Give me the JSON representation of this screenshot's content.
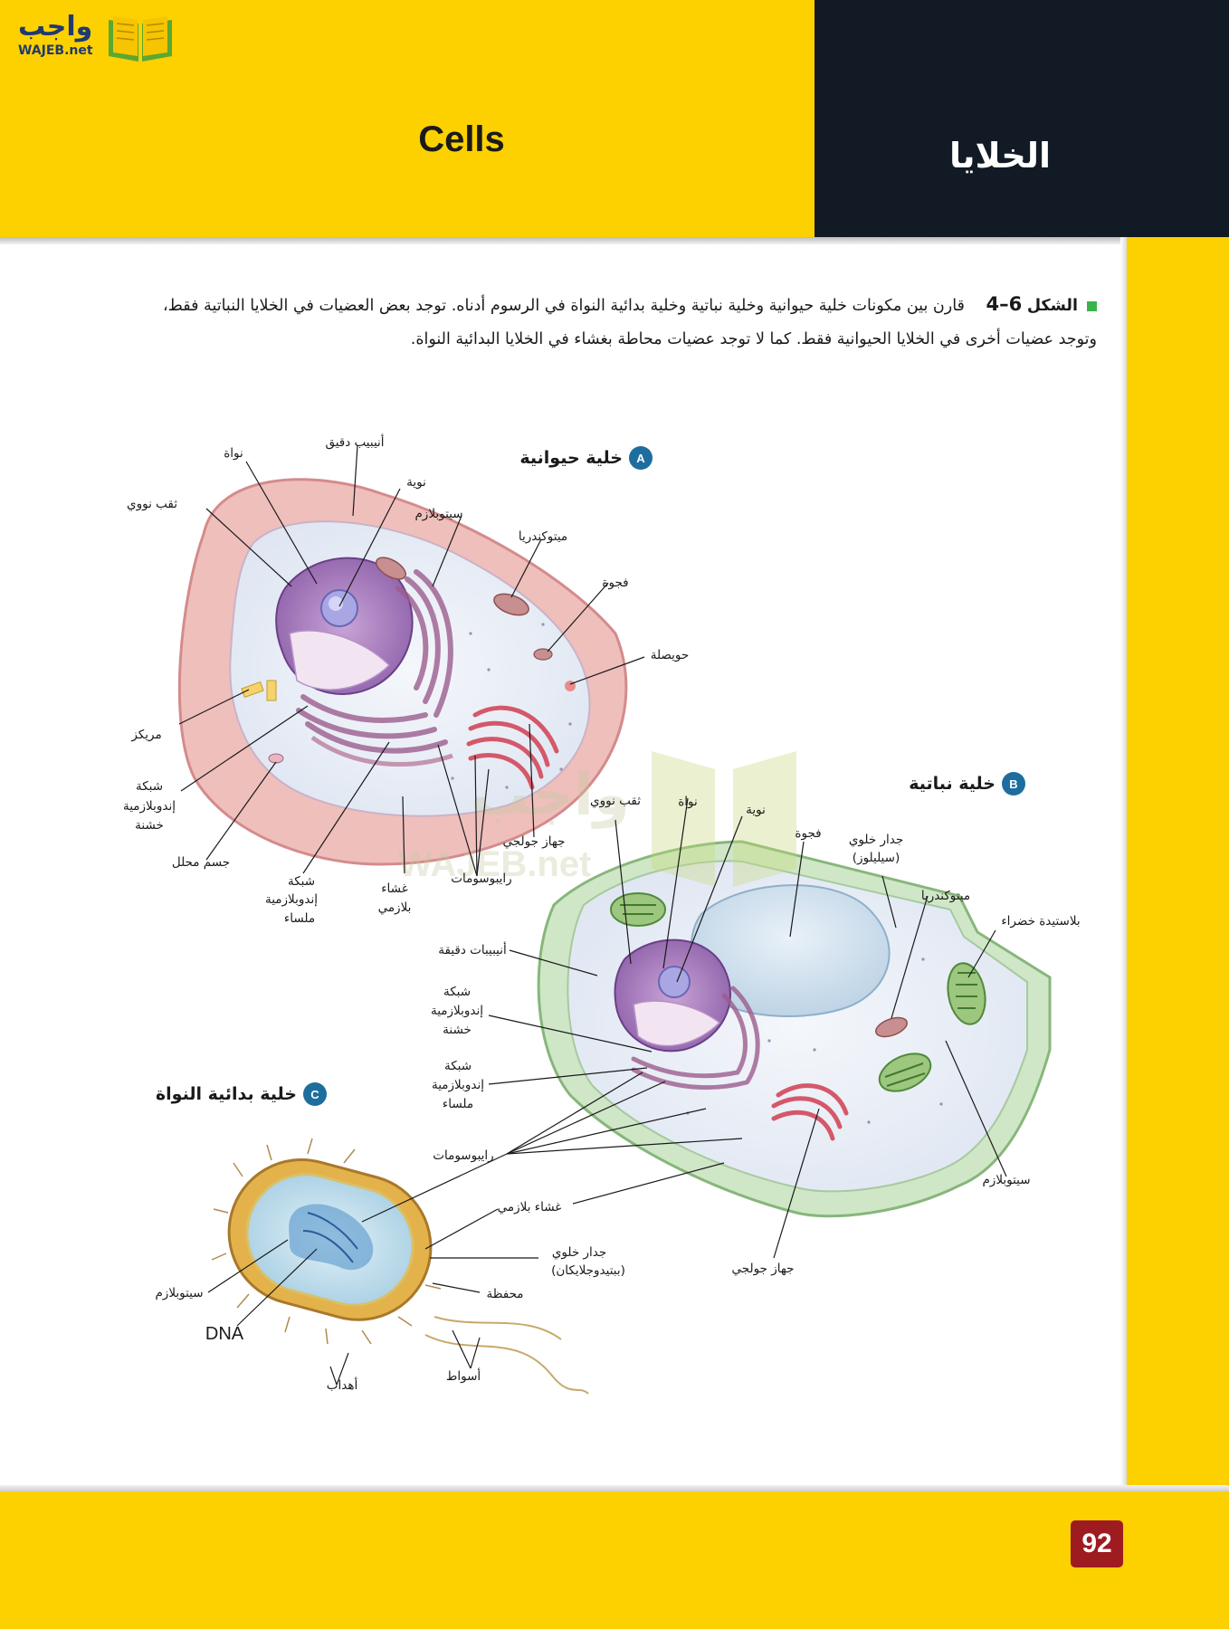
{
  "header": {
    "logo_arabic": "واجب",
    "logo_latin": "WAJEB.net",
    "title_en": "Cells",
    "title_ar": "الخلايا"
  },
  "caption": {
    "figure_label": "الشكل",
    "figure_number": "6–4",
    "text_part1": "قارن بين مكونات خلية حيوانية وخلية نباتية وخلية بدائية النواة في الرسوم أدناه. توجد بعض العضيات في الخلايا النباتية فقط،",
    "text_part2": "وتوجد عضيات أخرى في الخلايا الحيوانية فقط. كما لا توجد عضيات محاطة بغشاء في الخلايا البدائية النواة."
  },
  "watermark": {
    "arabic": "واجب",
    "latin": "WAJEB.net"
  },
  "animal_cell": {
    "badge": "A",
    "title": "خلية حيوانية",
    "labels": {
      "nucleus": "نواة",
      "microtubule": "أنيبيب دقيق",
      "nucleolus": "نوية",
      "nuclear_pore": "ثقب نووي",
      "cytoplasm": "سيتوبلازم",
      "mitochondria": "ميتوكندريا",
      "vacuole": "فجوة",
      "vesicle": "حويصلة",
      "centriole": "مريكز",
      "rough_er_1": "شبكة",
      "rough_er_2": "إندوبلازمية",
      "rough_er_3": "خشنة",
      "lysosome": "جسم محلل",
      "smooth_er_1": "شبكة",
      "smooth_er_2": "إندوبلازمية",
      "smooth_er_3": "ملساء",
      "plasma_membrane_1": "غشاء",
      "plasma_membrane_2": "بلازمي",
      "ribosomes": "رايبوسومات",
      "golgi": "جهاز جولجي"
    }
  },
  "plant_cell": {
    "badge": "B",
    "title": "خلية نباتية",
    "labels": {
      "nuclear_pore": "ثقب نووي",
      "nucleus": "نواة",
      "nucleolus": "نوية",
      "vacuole": "فجوة",
      "cell_wall_1": "جدار خلوي",
      "cell_wall_2": "(سيليلوز)",
      "mitochondria": "ميتوكندريا",
      "chloroplast": "بلاستيدة خضراء",
      "microtubules": "أنيبيبات دقيقة",
      "rough_er_1": "شبكة",
      "rough_er_2": "إندوبلازمية",
      "rough_er_3": "خشنة",
      "smooth_er_1": "شبكة",
      "smooth_er_2": "إندوبلازمية",
      "smooth_er_3": "ملساء",
      "ribosomes": "رايبوسومات",
      "plasma_membrane": "غشاء بلازمي",
      "cytoplasm": "سيتوبلازم",
      "golgi": "جهاز جولجي"
    }
  },
  "prokaryote_cell": {
    "badge": "C",
    "title": "خلية بدائية النواة",
    "labels": {
      "cell_wall_1": "جدار خلوي",
      "cell_wall_2": "(ببتيدوجلايكان)",
      "capsule": "محفظة",
      "cytoplasm": "سيتوبلازم",
      "dna": "DNA",
      "pili": "أهداب",
      "flagella": "أسواط"
    }
  },
  "page_number": "92",
  "colors": {
    "yellow": "#fdd000",
    "dark": "#111a25",
    "badge": "#1d6e9e",
    "page_number_bg": "#9e1b20"
  }
}
